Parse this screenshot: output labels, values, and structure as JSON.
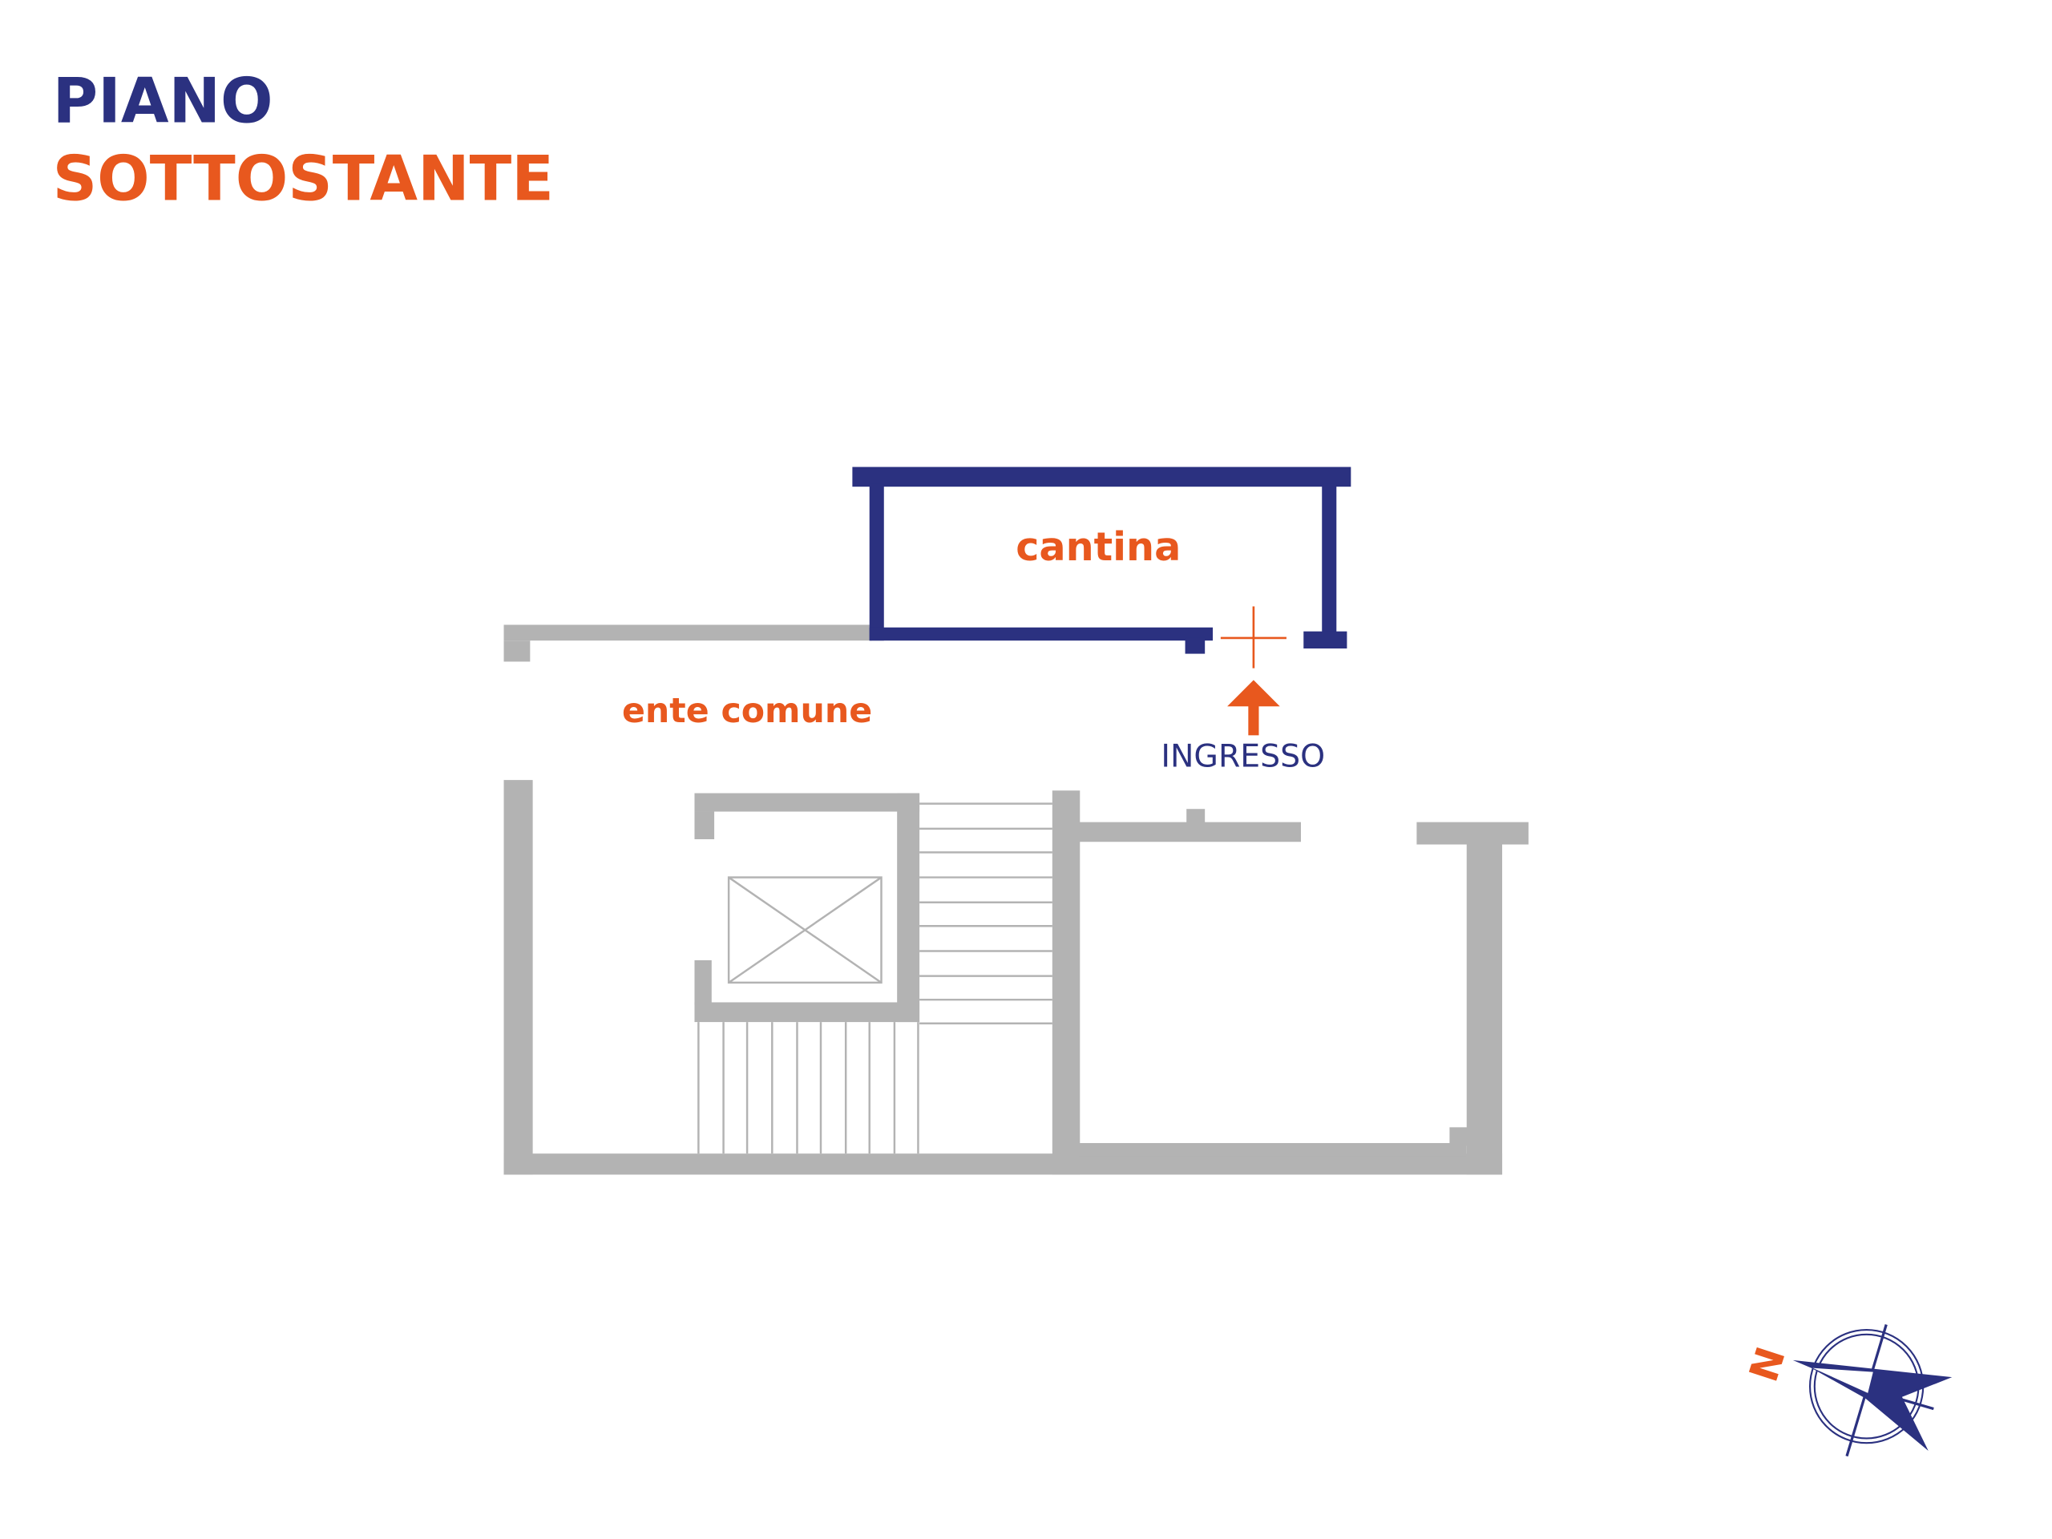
{
  "title": {
    "line1": "PIANO",
    "line2": "SOTTOSTANTE"
  },
  "rooms": {
    "cantina": "cantina",
    "common_area": "ente comune"
  },
  "entrance": {
    "label": "INGRESSO"
  },
  "compass": {
    "north_label": "N"
  },
  "colors": {
    "navy": "#2b3180",
    "orange": "#e8581e",
    "wall_gray": "#b3b3b3"
  }
}
